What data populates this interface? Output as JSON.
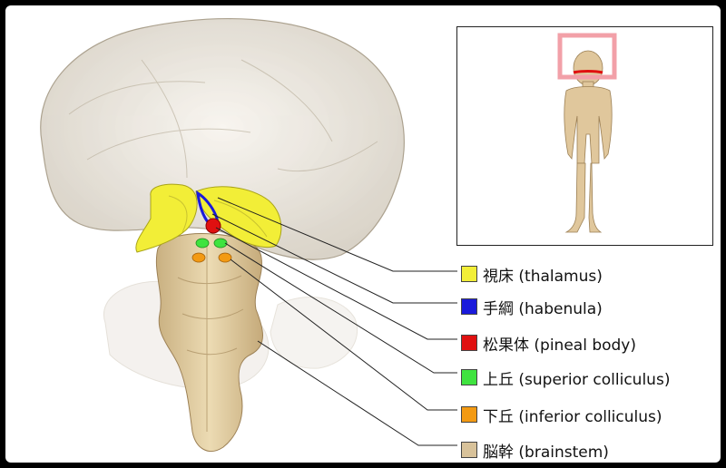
{
  "legend": {
    "items": [
      {
        "label": "視床 (thalamus)",
        "color": "#f2ee37"
      },
      {
        "label": "手綱 (habenula)",
        "color": "#1a1adb"
      },
      {
        "label": "松果体 (pineal body)",
        "color": "#e01010"
      },
      {
        "label": "上丘 (superior colliculus)",
        "color": "#3fe33f"
      },
      {
        "label": "下丘 (inferior colliculus)",
        "color": "#f39a13"
      },
      {
        "label": "脳幹 (brainstem)",
        "color": "#d8c29a"
      }
    ]
  },
  "colors": {
    "brain_outline": "#b8ac98",
    "brainstem": "#e2cfa5",
    "inset_highlight": "#f2a0a8",
    "body_figure": "#e0c79c"
  }
}
